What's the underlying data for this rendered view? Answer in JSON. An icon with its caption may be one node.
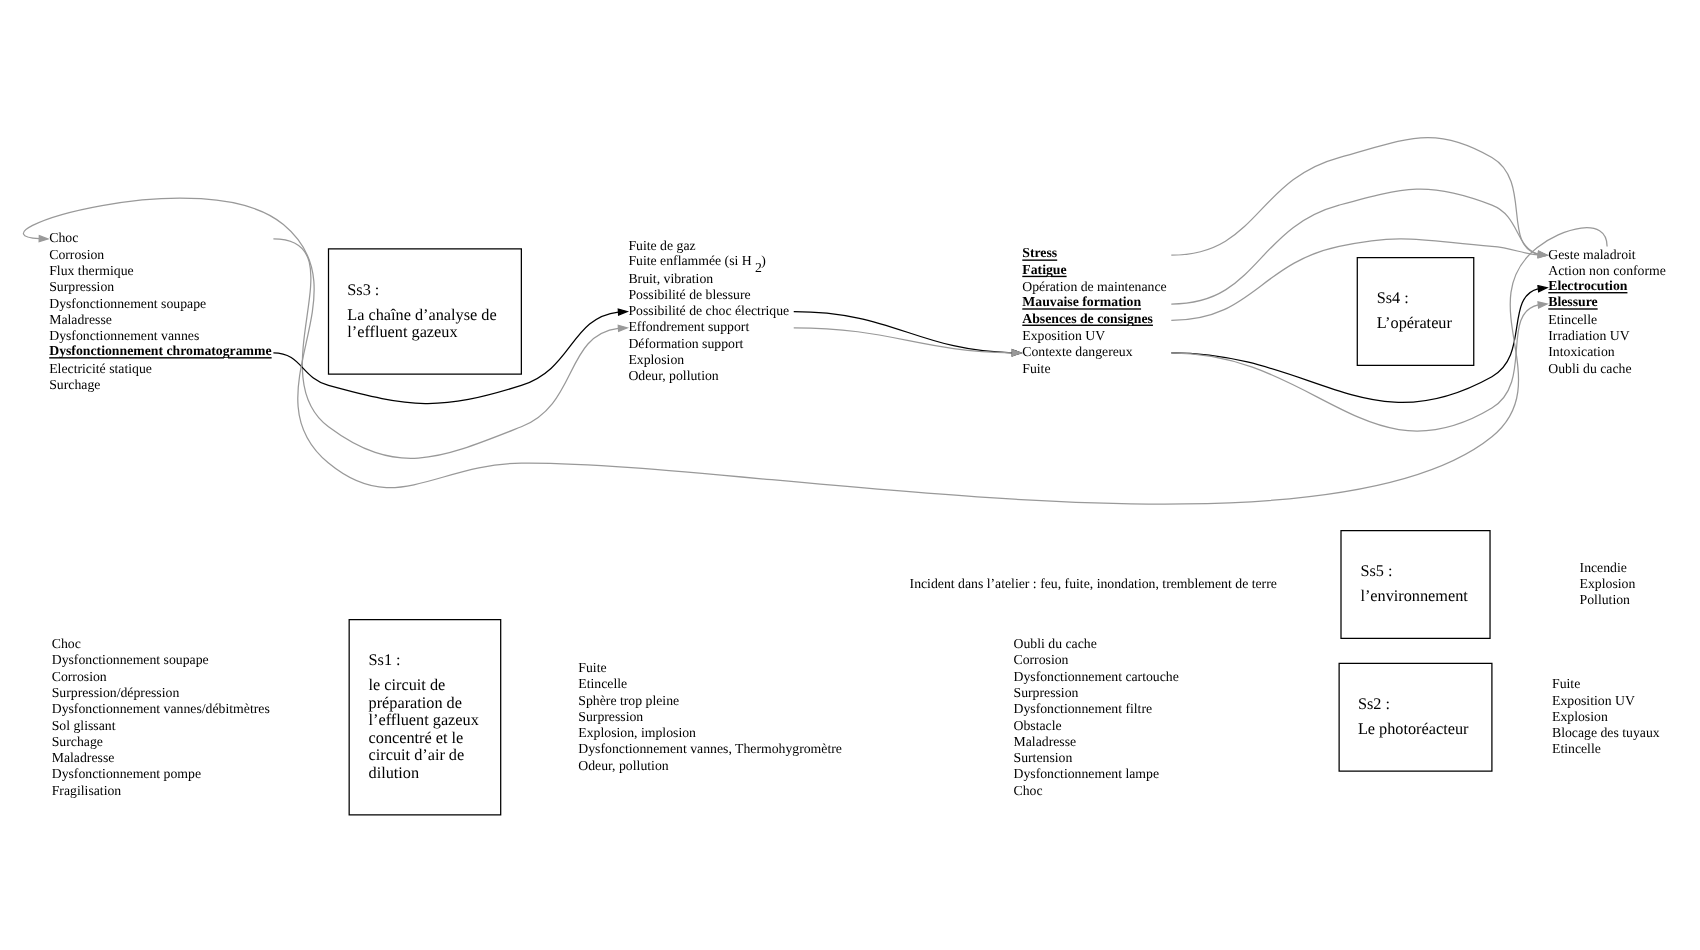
{
  "diagram": {
    "nodes": [
      {
        "text": [
          "Choc",
          "Dysfonctionnement soupape",
          "Corrosion",
          "Surpression/dépression",
          "Dysfonctionnement vannes/débitmètres",
          "Sol glissant",
          "Surchage",
          "Maladresse",
          "Dysfonctionnement pompe",
          "Fragilisation"
        ]
      },
      {
        "text": [
          "Ss1 :",
          "le circuit de préparation de l’effluent gazeux concentré et le circuit d’air de dilution"
        ]
      },
      {
        "text": [
          "Fuite",
          "Etincelle",
          "Sphère trop pleine",
          "Surpression",
          "Explosion, implosion",
          "Dysfonctionnement vannes, Thermohygromètre",
          "Odeur, pollution"
        ]
      },
      {
        "text": [
          "Oubli du cache",
          "Corrosion",
          "Dysfonctionnement cartouche",
          "Surpression",
          "Dysfonctionnement filtre",
          "Obstacle",
          "Maladresse",
          "Surtension",
          "Dysfonctionnement lampe",
          "Choc"
        ]
      },
      {
        "text": [
          "Ss2 :",
          "Le photoréacteur"
        ]
      },
      {
        "text": [
          "Fuite",
          "Exposition UV",
          "Explosion",
          "Blocage des tuyaux",
          "Etincelle"
        ]
      },
      {
        "text": [
          "Choc",
          "Corrosion",
          "Flux thermique",
          "Surpression",
          "Dysfonctionnement soupape",
          "Maladresse",
          "Dysfonctionnement vannes",
          "**Dysfonctionnement chromatogramme**",
          "Electricité statique",
          "Surchage"
        ]
      },
      {
        "text": [
          "Ss3 :",
          "La chaîne d’analyse de l’effluent gazeux"
        ]
      },
      {
        "text": [
          "Fuite de gaz",
          "Fuite enflammée (si H$_{2}$)",
          "Bruit, vibration",
          "Possibilité de blessure",
          "Possibilité de choc électrique",
          "Effondrement support",
          "Déformation support",
          "Explosion",
          "Odeur, pollution"
        ]
      },
      {
        "text": [
          "**Stress**",
          "**Fatigue**",
          "Opération de maintenance",
          "**Mauvaise formation**",
          "**Absences de consignes**",
          "Exposition UV",
          "Contexte dangereux",
          "Fuite"
        ]
      },
      {
        "text": [
          "Ss4 :",
          "L’opérateur"
        ]
      },
      {
        "text": [
          "Geste maladroit",
          "Action non conforme",
          "**Electrocution**",
          "**Blessure**",
          "Etincelle",
          "Irradiation UV",
          "Intoxication",
          "Oubli du cache"
        ]
      },
      {
        "text": [
          "Incident dans l’atelier : feu, fuite, inondation, tremblement de terre"
        ]
      },
      {
        "text": [
          "Ss5 :",
          "l’environnement"
        ]
      },
      {
        "text": [
          "Incendie",
          "Explosion",
          "Pollution"
        ]
      }
    ],
    "edges": [
      {
        "from": 11,
        "to": 6,
        "arrow": "to"
      },
      {
        "from": 6,
        "to": 8,
        "arrow": "to"
      },
      {
        "from": 6,
        "to": 8,
        "arrow": "to",
        "color": "#000000"
      },
      {
        "from": 8,
        "to": 9,
        "arrow": "to",
        "color": "#000000"
      },
      {
        "from": 8,
        "to": 9,
        "arrow": "to"
      },
      {
        "from": 9,
        "to": 11,
        "arrow": "to"
      },
      {
        "from": 9,
        "to": 11,
        "arrow": "to"
      },
      {
        "from": 9,
        "to": 11,
        "arrow": "to"
      },
      {
        "from": 9,
        "to": 11,
        "arrow": "to",
        "color": "#000000"
      },
      {
        "from": 9,
        "to": 11,
        "arrow": "to"
      }
    ]
  }
}
